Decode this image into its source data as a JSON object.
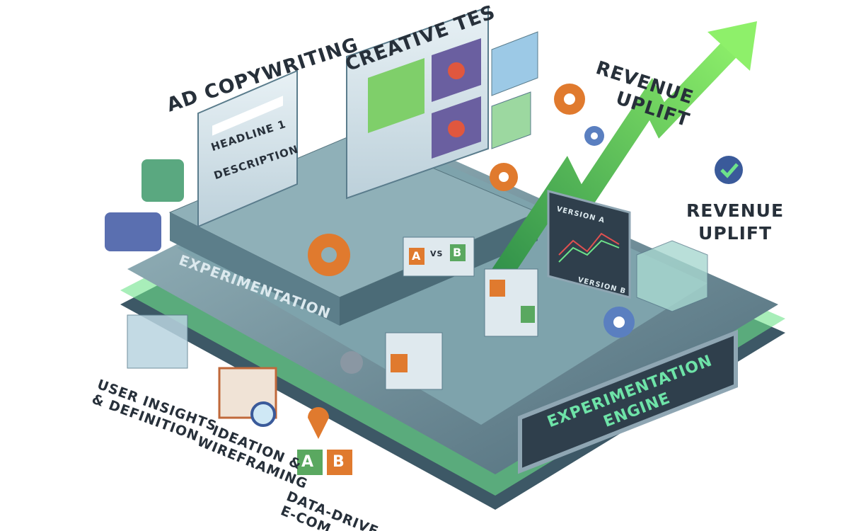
{
  "labels": {
    "ad_copywriting": "AD COPYWRITING",
    "creative_testing": "CREATIVE TES",
    "revenue_uplift_top": [
      "REVENUE",
      "UPLIFT"
    ],
    "revenue_uplift_right": [
      "REVENUE",
      "UPLIFT"
    ],
    "user_insights": [
      "USER INSIGHTS",
      "& DEFINITION"
    ],
    "ideation": [
      "IDEATION &",
      "WIREFRAMING"
    ],
    "data_driven": [
      "DATA-DRIVE",
      "E-COM"
    ],
    "experimentation": "EXPERIMENTATION",
    "engine": [
      "EXPERIMENTATION",
      "ENGINE"
    ]
  },
  "ad_form": {
    "headline": "HEADLINE 1",
    "description": "DESCRIPTION"
  },
  "chart_panel": {
    "version_a": "VERSION A",
    "version_b": "VERSION B"
  },
  "ab_tiles": {
    "a": "A",
    "vs": "VS",
    "b": "B"
  },
  "colors": {
    "platform": "#5f7f8a",
    "glow": "#6ee38a",
    "arrow": "#4fc95a",
    "gear": "#e07a2e",
    "ink": "#27303a"
  }
}
